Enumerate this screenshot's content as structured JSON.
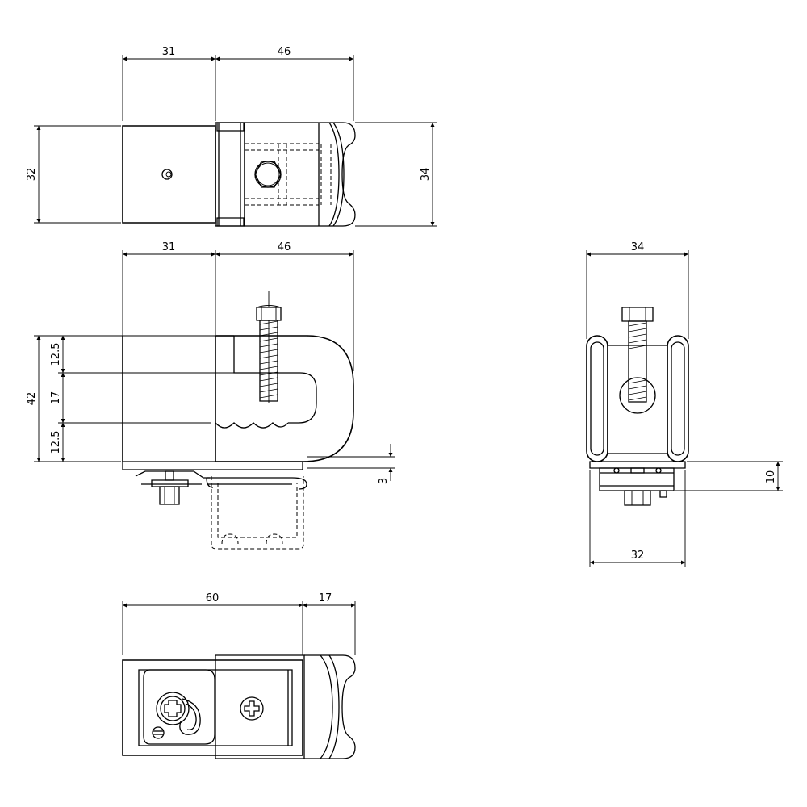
{
  "dimensions": {
    "top_left_width": "31",
    "top_right_width": "46",
    "top_left_height": "32",
    "top_right_height": "34",
    "front_left_width": "31",
    "front_right_width": "46",
    "front_total_height": "42",
    "front_seg_top": "12.5",
    "front_seg_mid": "17",
    "front_seg_bottom": "12.5",
    "front_base_thickness": "3",
    "side_top_width": "34",
    "side_bottom_width": "32",
    "side_base_height": "10",
    "bottom_width": "60",
    "bottom_extra": "17"
  },
  "icons": [
    "hex-bolt-icon",
    "phillips-screw-icon",
    "pin-hole-icon"
  ]
}
